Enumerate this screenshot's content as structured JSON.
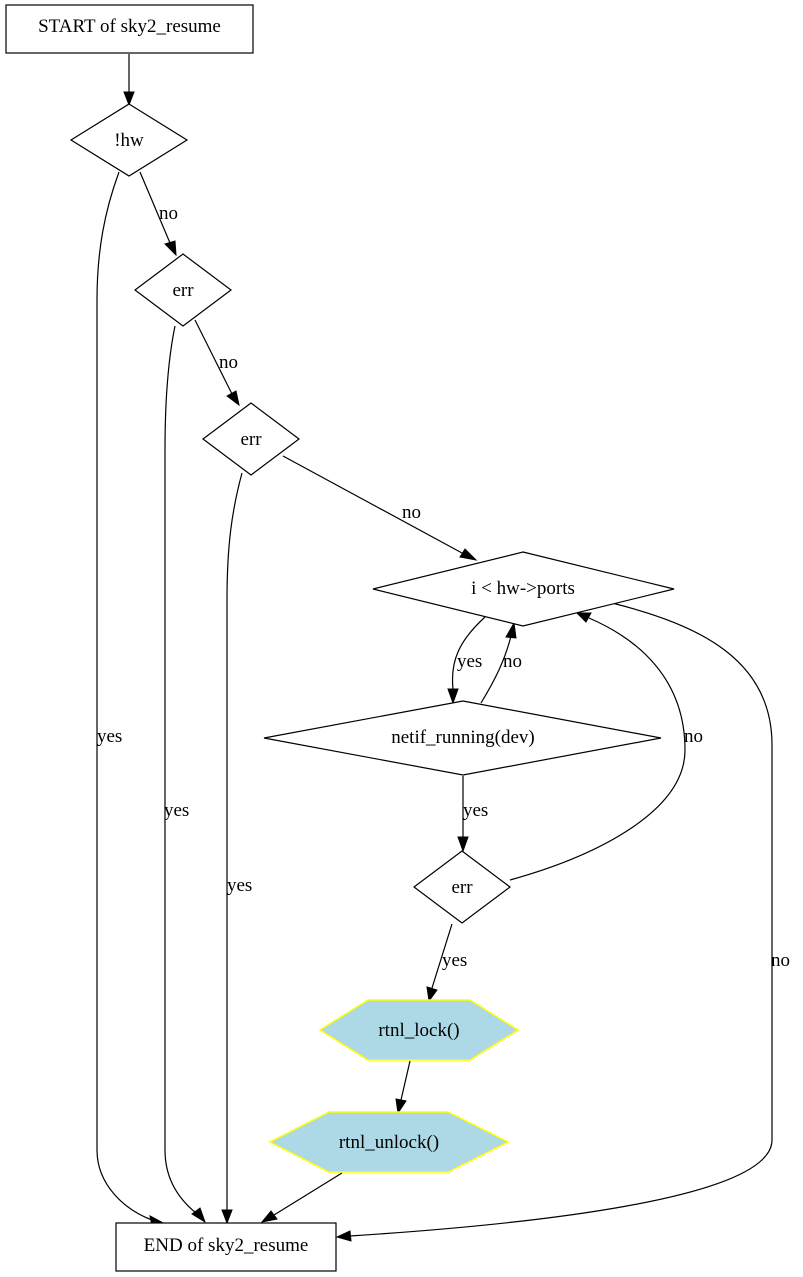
{
  "nodes": {
    "start": "START of sky2_resume",
    "cond_hw": "!hw",
    "cond_err1": "err",
    "cond_err2": "err",
    "cond_ports": "i < hw->ports",
    "cond_netif": "netif_running(dev)",
    "cond_err3": "err",
    "rtnl_lock": "rtnl_lock()",
    "rtnl_unlock": "rtnl_unlock()",
    "end": "END of sky2_resume"
  },
  "edges": {
    "hw_no": "no",
    "hw_yes": "yes",
    "err1_no": "no",
    "err1_yes": "yes",
    "err2_no": "no",
    "err2_yes": "yes",
    "ports_yes": "yes",
    "ports_no": "no",
    "netif_no": "no",
    "netif_yes": "yes",
    "err3_no": "no",
    "err3_yes": "yes"
  },
  "colors": {
    "operation_fill": "#add8e6",
    "operation_stroke": "#ffff00"
  }
}
